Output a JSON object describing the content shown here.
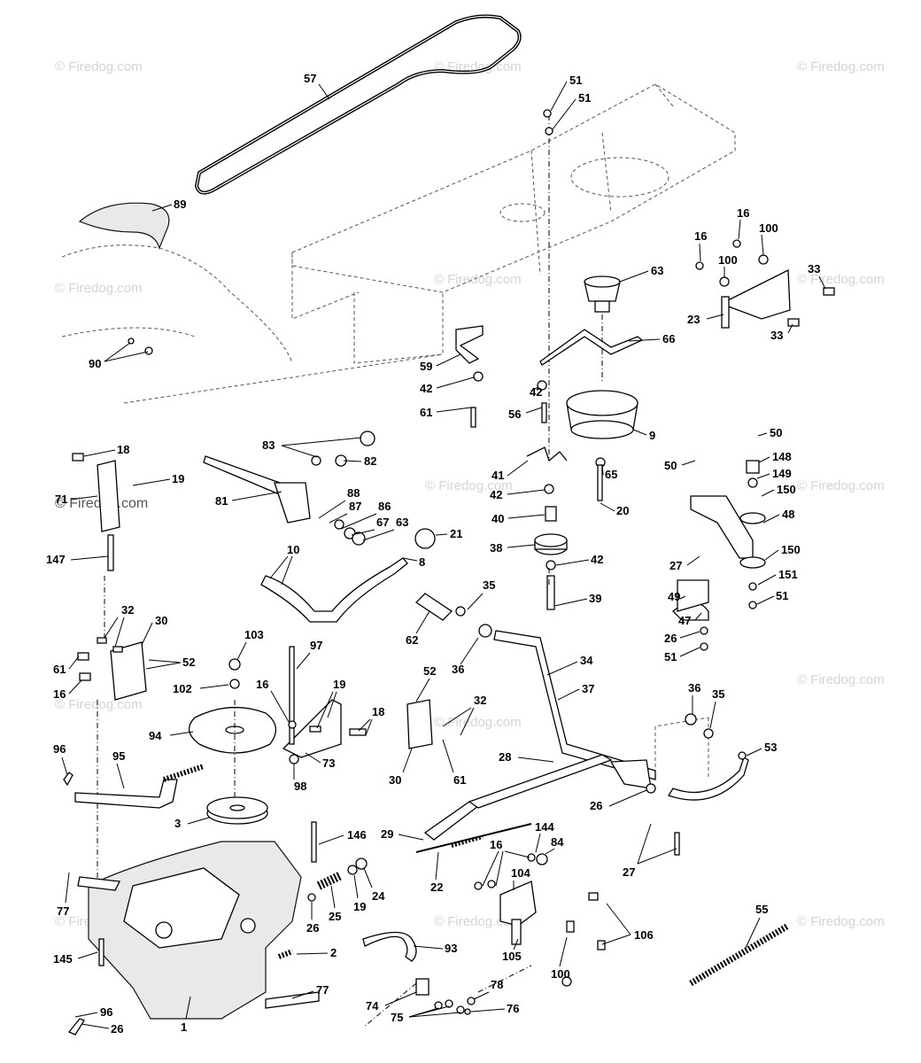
{
  "watermark": {
    "text": "Firedog.com",
    "copyright": "©"
  },
  "callouts": [
    {
      "num": "57"
    },
    {
      "num": "51"
    },
    {
      "num": "51"
    },
    {
      "num": "89"
    },
    {
      "num": "16"
    },
    {
      "num": "16"
    },
    {
      "num": "100"
    },
    {
      "num": "100"
    },
    {
      "num": "63"
    },
    {
      "num": "33"
    },
    {
      "num": "23"
    },
    {
      "num": "33"
    },
    {
      "num": "90"
    },
    {
      "num": "66"
    },
    {
      "num": "59"
    },
    {
      "num": "42"
    },
    {
      "num": "61"
    },
    {
      "num": "42"
    },
    {
      "num": "56"
    },
    {
      "num": "9"
    },
    {
      "num": "18"
    },
    {
      "num": "19"
    },
    {
      "num": "71"
    },
    {
      "num": "147"
    },
    {
      "num": "83"
    },
    {
      "num": "82"
    },
    {
      "num": "81"
    },
    {
      "num": "88"
    },
    {
      "num": "87"
    },
    {
      "num": "86"
    },
    {
      "num": "67"
    },
    {
      "num": "63"
    },
    {
      "num": "21"
    },
    {
      "num": "8"
    },
    {
      "num": "41"
    },
    {
      "num": "65"
    },
    {
      "num": "42"
    },
    {
      "num": "20"
    },
    {
      "num": "40"
    },
    {
      "num": "38"
    },
    {
      "num": "42"
    },
    {
      "num": "39"
    },
    {
      "num": "50"
    },
    {
      "num": "50"
    },
    {
      "num": "148"
    },
    {
      "num": "149"
    },
    {
      "num": "150"
    },
    {
      "num": "48"
    },
    {
      "num": "27"
    },
    {
      "num": "150"
    },
    {
      "num": "151"
    },
    {
      "num": "49"
    },
    {
      "num": "51"
    },
    {
      "num": "47"
    },
    {
      "num": "26"
    },
    {
      "num": "51"
    },
    {
      "num": "10"
    },
    {
      "num": "32"
    },
    {
      "num": "30"
    },
    {
      "num": "61"
    },
    {
      "num": "52"
    },
    {
      "num": "16"
    },
    {
      "num": "103"
    },
    {
      "num": "102"
    },
    {
      "num": "97"
    },
    {
      "num": "35"
    },
    {
      "num": "62"
    },
    {
      "num": "36"
    },
    {
      "num": "34"
    },
    {
      "num": "37"
    },
    {
      "num": "16"
    },
    {
      "num": "19"
    },
    {
      "num": "18"
    },
    {
      "num": "52"
    },
    {
      "num": "32"
    },
    {
      "num": "94"
    },
    {
      "num": "73"
    },
    {
      "num": "96"
    },
    {
      "num": "95"
    },
    {
      "num": "98"
    },
    {
      "num": "30"
    },
    {
      "num": "61"
    },
    {
      "num": "36"
    },
    {
      "num": "35"
    },
    {
      "num": "28"
    },
    {
      "num": "53"
    },
    {
      "num": "3"
    },
    {
      "num": "26"
    },
    {
      "num": "146"
    },
    {
      "num": "29"
    },
    {
      "num": "144"
    },
    {
      "num": "84"
    },
    {
      "num": "16"
    },
    {
      "num": "27"
    },
    {
      "num": "77"
    },
    {
      "num": "22"
    },
    {
      "num": "104"
    },
    {
      "num": "25"
    },
    {
      "num": "19"
    },
    {
      "num": "24"
    },
    {
      "num": "26"
    },
    {
      "num": "55"
    },
    {
      "num": "106"
    },
    {
      "num": "105"
    },
    {
      "num": "145"
    },
    {
      "num": "93"
    },
    {
      "num": "2"
    },
    {
      "num": "100"
    },
    {
      "num": "96"
    },
    {
      "num": "77"
    },
    {
      "num": "78"
    },
    {
      "num": "74"
    },
    {
      "num": "76"
    },
    {
      "num": "75"
    },
    {
      "num": "1"
    },
    {
      "num": "26"
    }
  ]
}
